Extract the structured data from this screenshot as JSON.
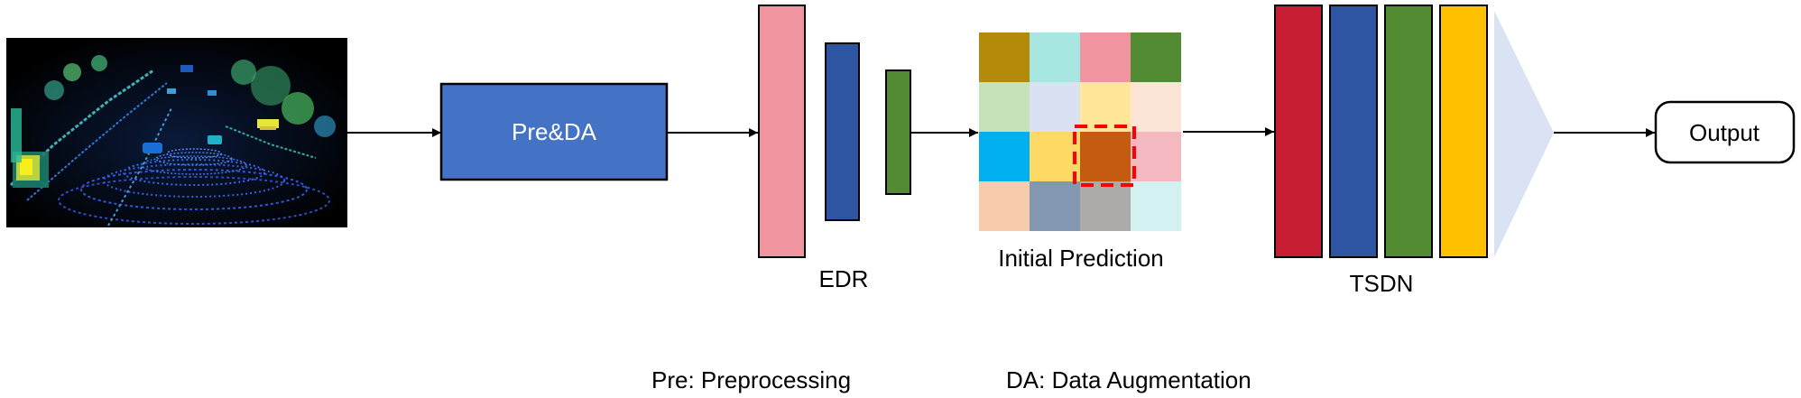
{
  "nodes": {
    "predata": {
      "label": "Pre&DA",
      "fill": "#4472C4"
    },
    "edr": {
      "label": "EDR",
      "bar_colors": [
        "#F0959F",
        "#2E55A2",
        "#538B32"
      ]
    },
    "initial_prediction": {
      "label": "Initial Prediction",
      "grid_colors": [
        [
          "#B48A0A",
          "#A8E6E2",
          "#F0959F",
          "#538B32"
        ],
        [
          "#C6E2B7",
          "#D9E1F2",
          "#FFE699",
          "#FCE4D6"
        ],
        [
          "#00B0F0",
          "#FFD966",
          "#C55A11",
          "#F4B8C1"
        ],
        [
          "#F8CBAD",
          "#8497B0",
          "#AEAAAA",
          "#D4F1F1"
        ]
      ],
      "highlight_color": "#FF0000"
    },
    "tsdn": {
      "label": "TSDN",
      "bar_colors": [
        "#C61D33",
        "#2E55A2",
        "#538B32",
        "#FFC000"
      ],
      "cone_color": "#DAE3F3"
    },
    "output": {
      "label": "Output"
    }
  },
  "legend": {
    "pre": "Pre: Preprocessing",
    "da": "DA: Data Augmentation"
  }
}
